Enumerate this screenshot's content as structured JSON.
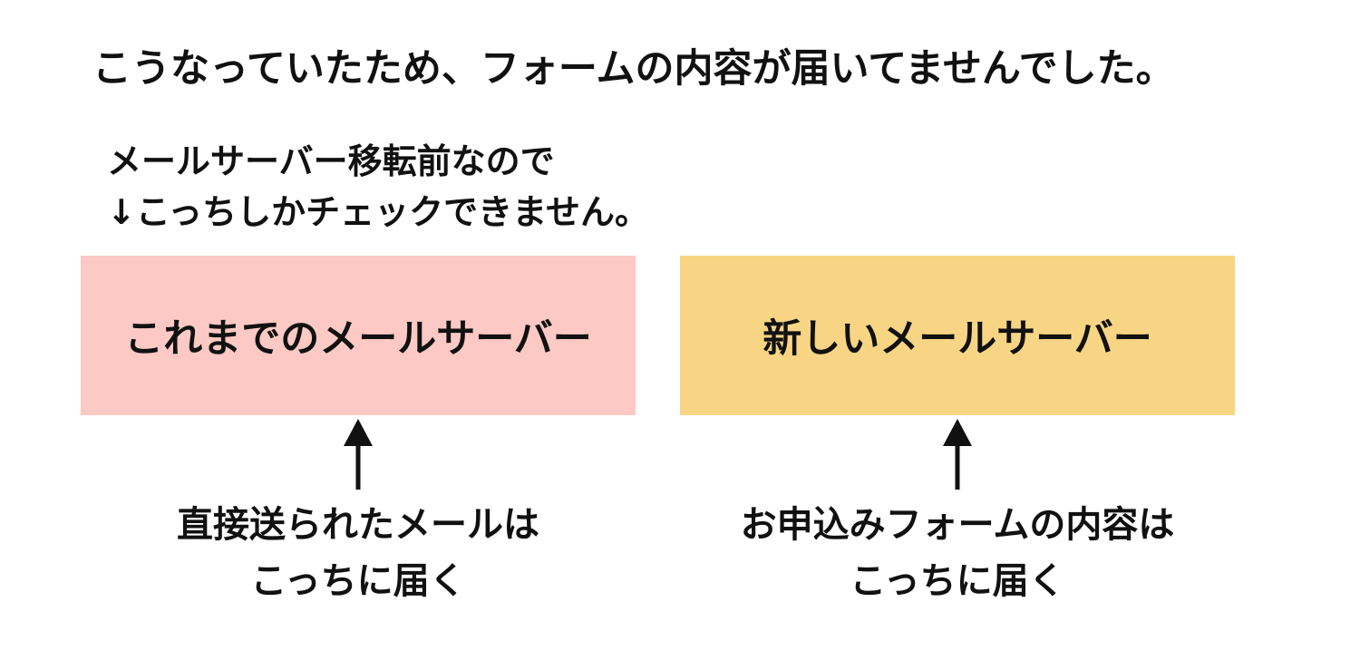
{
  "headline": "こうなっていたため、フォームの内容が届いてませんでした。",
  "note": {
    "line1": "メールサーバー移転前なので",
    "line2": "↓こっちしかチェックできません。"
  },
  "servers": {
    "old": {
      "label": "これまでのメールサーバー",
      "color": "#fcc9c4",
      "caption_line1": "直接送られたメールは",
      "caption_line2": "こっちに届く"
    },
    "new": {
      "label": "新しいメールサーバー",
      "color": "#f8d584",
      "caption_line1": "お申込みフォームの内容は",
      "caption_line2": "こっちに届く"
    }
  },
  "icons": {
    "old_arrow": "arrow-up-icon",
    "new_arrow": "arrow-up-icon"
  }
}
